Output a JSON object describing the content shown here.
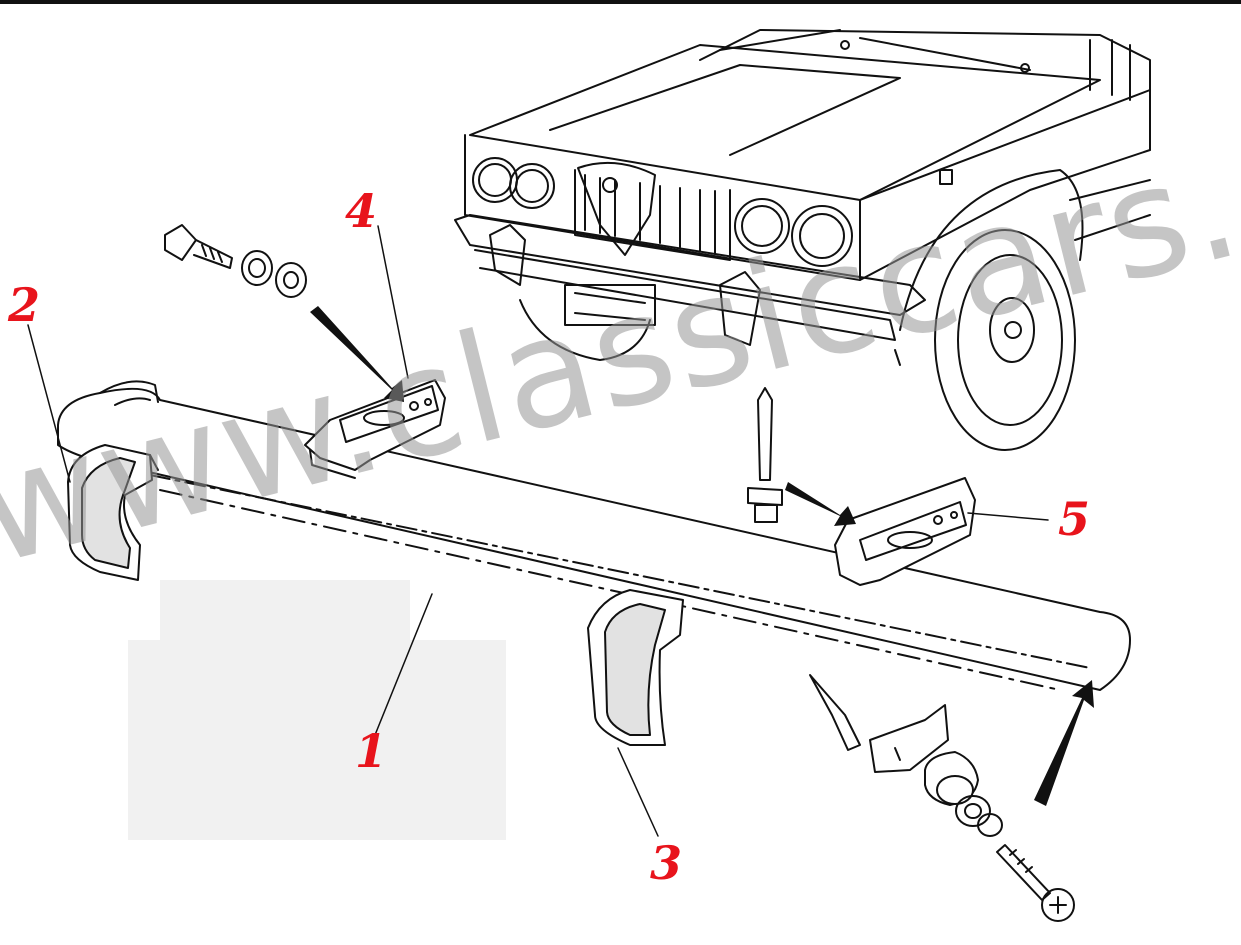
{
  "labels": {
    "one": "1",
    "two": "2",
    "three": "3",
    "four": "4",
    "five": "5"
  },
  "watermark": "www.classiccars.co.at",
  "colors": {
    "callout": "#e8141c",
    "line": "#111111",
    "watermark": "#969696"
  }
}
